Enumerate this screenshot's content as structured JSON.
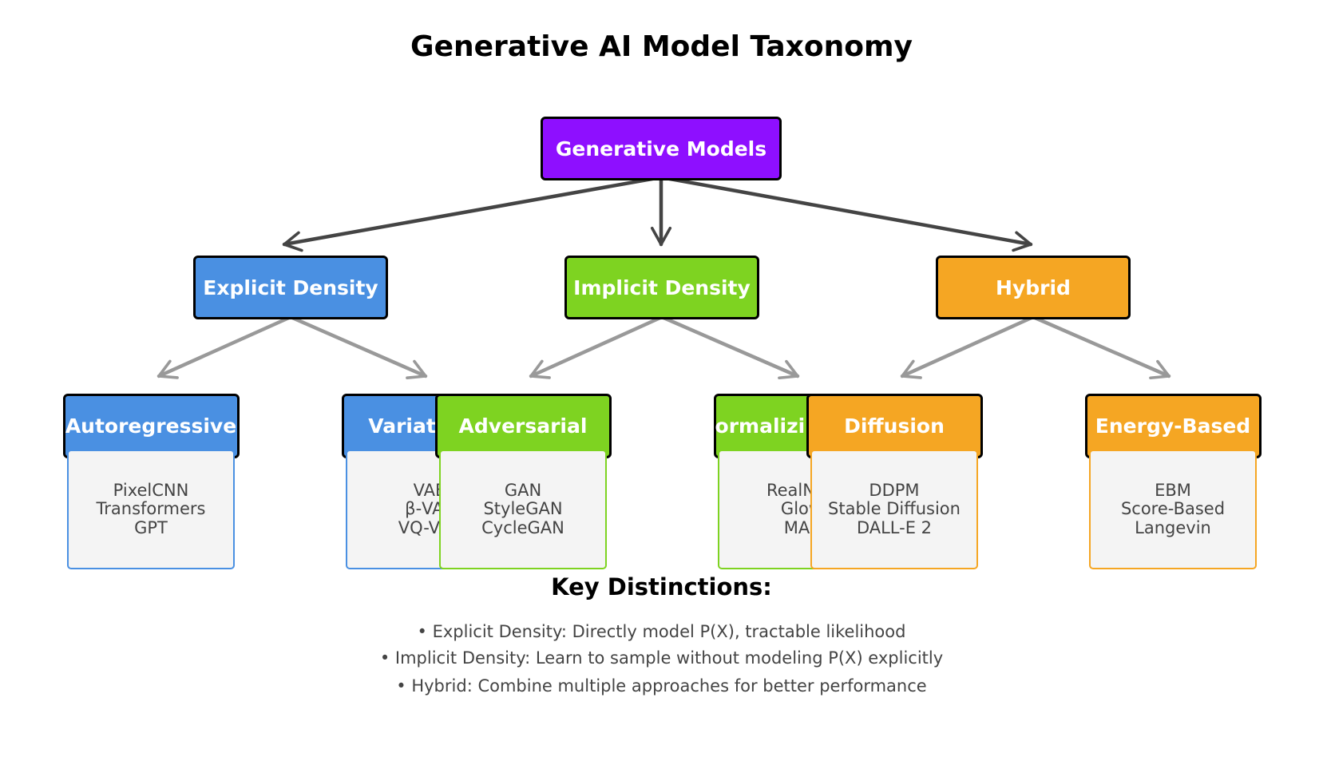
{
  "title": "Generative AI Model Taxonomy",
  "colors": {
    "root": "#8e0fff",
    "explicit": "#4a90e2",
    "implicit": "#7ed321",
    "hybrid": "#f5a623",
    "primary_arrow": "#444444",
    "secondary_arrow": "#999999"
  },
  "root": {
    "label": "Generative Models"
  },
  "categories": [
    {
      "label": "Explicit Density",
      "color_key": "explicit",
      "children": [
        {
          "label": "Autoregressive",
          "examples": [
            "PixelCNN",
            "Transformers",
            "GPT"
          ]
        },
        {
          "label": "Variational",
          "examples": [
            "VAE",
            "β-VAE",
            "VQ-VAE"
          ]
        }
      ]
    },
    {
      "label": "Implicit Density",
      "color_key": "implicit",
      "children": [
        {
          "label": "Adversarial",
          "examples": [
            "GAN",
            "StyleGAN",
            "CycleGAN"
          ]
        },
        {
          "label": "Normalizing Flows",
          "examples": [
            "RealNVP",
            "Glow",
            "MAF"
          ]
        }
      ]
    },
    {
      "label": "Hybrid",
      "color_key": "hybrid",
      "children": [
        {
          "label": "Diffusion",
          "examples": [
            "DDPM",
            "Stable Diffusion",
            "DALL-E 2"
          ]
        },
        {
          "label": "Energy-Based",
          "examples": [
            "EBM",
            "Score-Based",
            "Langevin"
          ]
        }
      ]
    }
  ],
  "key_distinctions": {
    "title": "Key Distinctions:",
    "items": [
      "• Explicit Density: Directly model P(X), tractable likelihood",
      "• Implicit Density: Learn to sample without modeling P(X) explicitly",
      "• Hybrid: Combine multiple approaches for better performance"
    ]
  }
}
